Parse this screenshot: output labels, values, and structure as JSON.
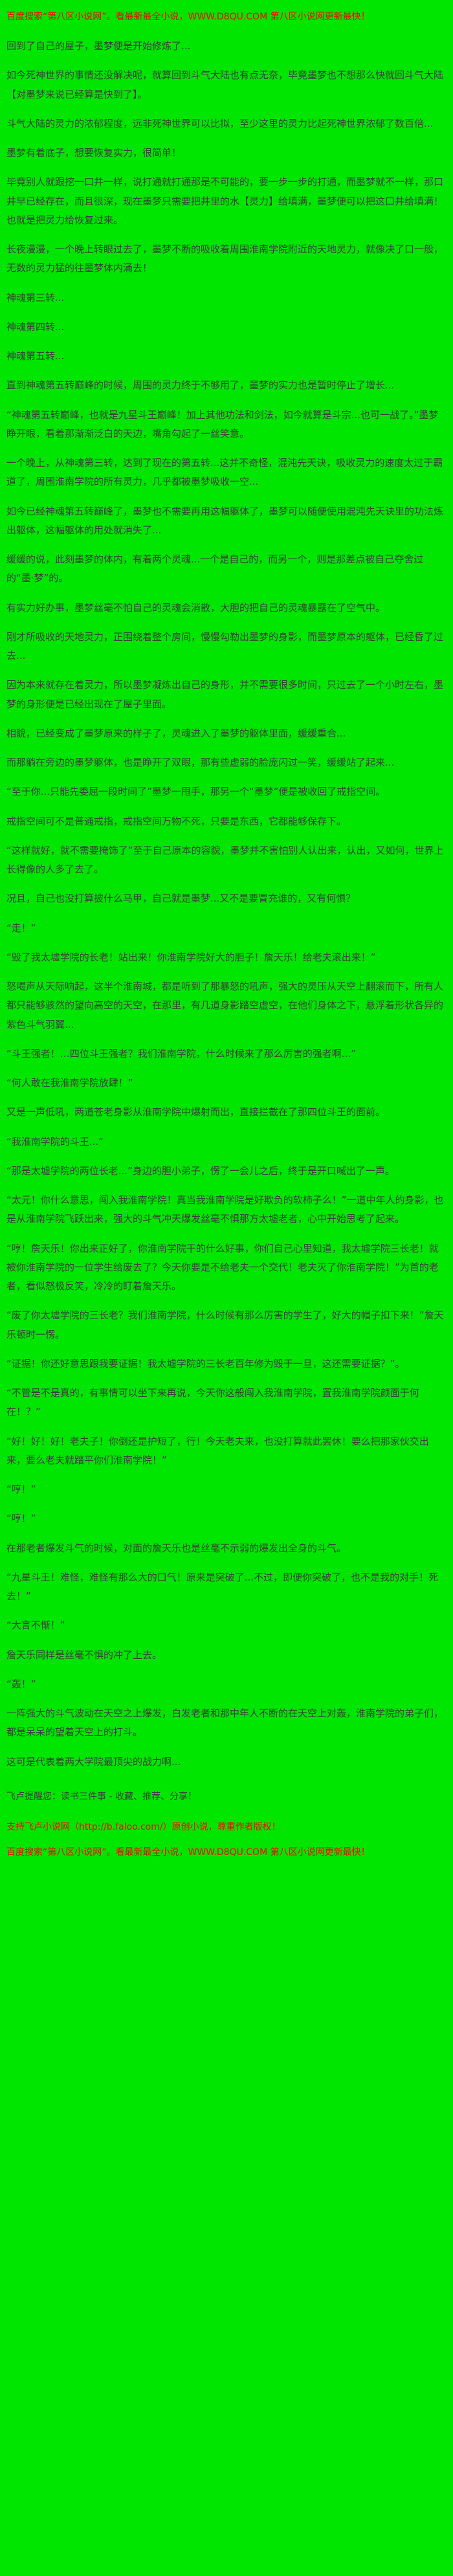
{
  "colors": {
    "background": "#00e600",
    "body_text": "#3d3d3d",
    "notice_red": "#ff0000"
  },
  "header": {
    "site_notice": "百度搜索“第八区小说网”。看最新最全小说，WWW.D8QU.COM 第八区小说网更新最快！"
  },
  "footer": {
    "faloo_reminder": "飞卢提醒您：读书三件事 - 收藏、推荐、分享！",
    "faloo_support": "支持飞卢小说网（http://b.faloo.com/）原创小说，尊重作者版权！",
    "site_notice": "百度搜索“第八区小说网”。看最新最全小说，WWW.D8QU.COM 第八区小说网更新最快！"
  },
  "novel": {
    "paragraphs": [
      "回到了自己的屋子，墨梦便是开始修炼了...",
      "如今死神世界的事情还没解决呢，就算回到斗气大陆也有点无奈，毕竟墨梦也不想那么快就回斗气大陆【对墨梦来说已经算是快到了】。",
      "斗气大陆的灵力的浓郁程度，远非死神世界可以比拟，至少这里的灵力比起死神世界浓郁了数百倍...",
      "墨梦有着底子，想要恢复实力，很简单！",
      "毕竟别人就跟挖一口井一样，说打通就打通那是不可能的，要一步一步的打通，而墨梦就不一样，那口井早已经存在，而且很深，现在墨梦只需要把井里的水【灵力】给填满，墨梦便可以把这口井给填满！也就是把灵力给恢复过来。",
      "长夜漫漫，一个晚上转眼过去了，墨梦不断的吸收着周围淮南学院附近的天地灵力，就像决了口一般，无数的灵力猛的往墨梦体内涌去！",
      "神魂第三转...",
      "神魂第四转...",
      "神魂第五转...",
      "直到神魂第五转巅峰的时候，周围的灵力终于不够用了，墨梦的实力也是暂时停止了增长...",
      "“神魂第五转巅峰，也就是九星斗王巅峰！加上其他功法和剑法，如今就算是斗宗...也可一战了。”墨梦睁开眼，看着那渐渐泛白的天边，嘴角勾起了一丝笑意。",
      "一个晚上，从神魂第三转，达到了现在的第五转...这并不奇怪，混沌先天诀，吸收灵力的速度太过于霸道了，周围淮南学院的所有灵力，几乎都被墨梦吸收一空...",
      "如今已经神魂第五转巅峰了，墨梦也不需要再用这幅躯体了，墨梦可以随便使用混沌先天诀里的功法炼出躯体，这幅躯体的用处就消失了...",
      "缓缓的说，此刻墨梦的体内，有着两个灵魂...一个是自己的，而另一个，则是那差点被自己夺舍过的“墨·梦”的。",
      "有实力好办事，墨梦丝毫不怕自己的灵魂会消散，大胆的把自己的灵魂暴露在了空气中。",
      "刚才所吸收的天地灵力，正围绕着整个房间，慢慢勾勒出墨梦的身影，而墨梦原本的躯体，已经昏了过去...",
      "因为本来就存在着灵力，所以墨梦凝炼出自己的身形，并不需要很多时间，只过去了一个小时左右，墨梦的身形便是已经出现在了屋子里面。",
      "相貌，已经变成了墨梦原来的样子了，灵魂进入了墨梦的躯体里面，缓缓重合...",
      "而那躺在旁边的墨梦躯体，也是睁开了双眼，那有些虚弱的脸庞闪过一笑，缓缓站了起来...",
      "“至于你...只能先委屈一段时间了”墨梦一甩手，那另一个“墨梦”便是被收回了戒指空间。",
      "戒指空间可不是普通戒指，戒指空间万物不死，只要是东西，它都能够保存下。",
      "“这样就好，就不需要掩饰了”至于自己原本的容貌，墨梦并不害怕别人认出来，认出，又如何，世界上长得像的人多了去了。",
      "况且，自己也没打算披什么马甲，自己就是墨梦...又不是要冒充谁的，又有何惧？",
      "“走！”",
      "“毁了我太墟学院的长老！站出来！你淮南学院好大的胆子！詹天乐！给老夫滚出来！”",
      "怒喝声从天际响起，这半个淮南城，都是听到了那暴怒的吼声，强大的灵压从天空上翻滚而下，所有人都只能够骇然的望向高空的天空，在那里，有几道身影踏空虚空，在他们身体之下，悬浮着形状各异的紫色斗气羽翼...",
      "“斗王强者！…四位斗王强者？我们淮南学院，什么时候来了那么厉害的强者啊...”",
      "“何人敢在我淮南学院放肆！”",
      "又是一声低吼，两道苍老身影从淮南学院中爆射而出，直接拦截在了那四位斗王的面前。",
      "“我淮南学院的斗王...”",
      "“那是太墟学院的两位长老...”身边的胆小弟子，愣了一会儿之后，终于是开口喊出了一声。",
      "“太元！你什么意思，闯入我淮南学院！真当我淮南学院是好欺负的软柿子么！”一道中年人的身影，也是从淮南学院飞跃出来，强大的斗气冲天爆发丝毫不惧那方太墟老者，心中开始思考了起来。",
      "“哼！詹天乐！你出来正好了，你淮南学院干的什么好事，你们自己心里知道，我太墟学院三长老！就被你淮南学院的一位学生给废去了？今天你要是不给老夫一个交代！老夫灭了你淮南学院！”为首的老者，看似怒极反笑，冷冷的盯着詹天乐。",
      "“废了你太墟学院的三长老？我们淮南学院，什么时候有那么厉害的学生了，好大的帽子扣下来！”詹天乐顿时一愣。",
      "“证据！你还好意思跟我要证据！我太墟学院的三长老百年修为毁于一旦，这还需要证据？”。",
      "“不管是不是真的，有事情可以坐下来再说，今天你这般闯入我淮南学院，置我淮南学院颜面于何在！？”",
      "“好！好！好！老夫子！你倒还是护短了，行！今天老夫来，也没打算就此罢休！要么把那家伙交出来，要么老夫就踏平你们淮南学院！”",
      "“哼！”",
      "“哼！”",
      "在那老者爆发斗气的时候，对面的詹天乐也是丝毫不示弱的爆发出全身的斗气。",
      "“九星斗王！难怪，难怪有那么大的口气！原来是突破了...不过，即便你突破了，也不是我的对手！死去！”",
      "“大言不惭！”",
      "詹天乐同样是丝毫不惧的冲了上去。",
      "“轰！”",
      "一阵强大的斗气波动在天空之上爆发，白发老者和那中年人不断的在天空上对轰，淮南学院的弟子们，都是呆呆的望着天空上的打斗。",
      "这可是代表着两大学院最顶尖的战力啊..."
    ]
  }
}
